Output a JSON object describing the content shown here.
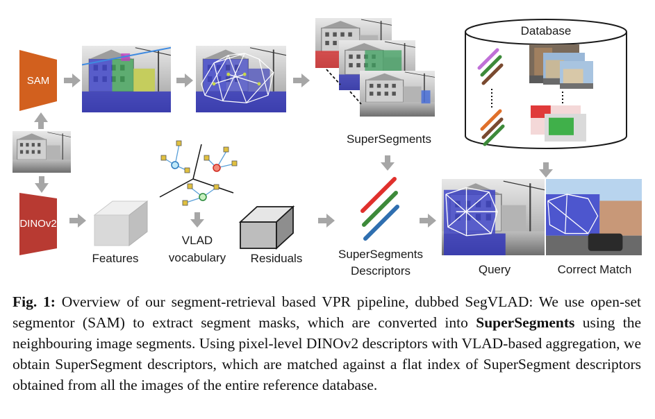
{
  "labels": {
    "sam": "SAM",
    "dinov2": "DINOv2",
    "features": "Features",
    "vlad_line1": "VLAD",
    "vlad_line2": "vocabulary",
    "residuals": "Residuals",
    "supersegments": "SuperSegments",
    "descriptors_line1": "SuperSegments",
    "descriptors_line2": "Descriptors",
    "database": "Database",
    "query": "Query",
    "correct_match": "Correct Match"
  },
  "caption": {
    "prefix": "Fig. 1:",
    "text_1": " Overview of our segment-retrieval based VPR pipeline, dubbed SegVLAD: We use open-set segmentor (SAM) to extract segment masks, which are converted into ",
    "bold": "SuperSegments",
    "text_2": " using the neighbouring image segments. Using pixel-level DINOv2 descriptors with VLAD-based aggregation, we obtain SuperSegment descriptors, which are matched against a flat index of SuperSegment descriptors obtained from all the images of the entire reference database."
  },
  "colors": {
    "sam": "#d2601e",
    "dinov2": "#b83a32",
    "arrow": "#a6a6a6",
    "segment_blue": "#3236b8",
    "desc_red": "#e0302c",
    "desc_green": "#3d8a3a",
    "desc_blue": "#2f6fb0"
  }
}
